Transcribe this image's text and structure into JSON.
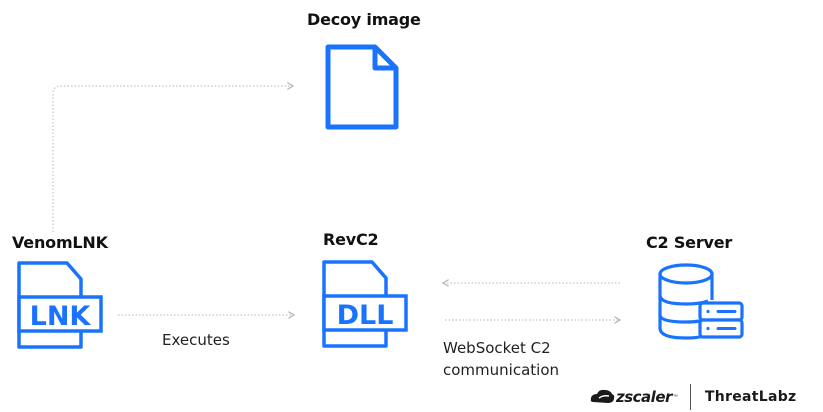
{
  "diagram": {
    "accent_color": "#1a73ff",
    "connector_color": "#bdbdbd",
    "nodes": {
      "decoy": {
        "title": "Decoy image",
        "icon": "document-icon"
      },
      "venomlnk": {
        "title": "VenomLNK",
        "icon": "lnk-file-icon",
        "tag": "LNK"
      },
      "revc2": {
        "title": "RevC2",
        "icon": "dll-file-icon",
        "tag": "DLL"
      },
      "c2server": {
        "title": "C2 Server",
        "icon": "database-server-icon"
      }
    },
    "edges": {
      "executes": {
        "label": "Executes",
        "from": "VenomLNK",
        "to": "RevC2"
      },
      "websocket": {
        "label_line1": "WebSocket C2",
        "label_line2": "communication",
        "between": [
          "RevC2",
          "C2 Server"
        ]
      },
      "decoy_drop": {
        "from": "VenomLNK",
        "to": "Decoy image"
      }
    }
  },
  "branding": {
    "company": "zscaler",
    "trademark": "™",
    "product": "ThreatLabz"
  }
}
